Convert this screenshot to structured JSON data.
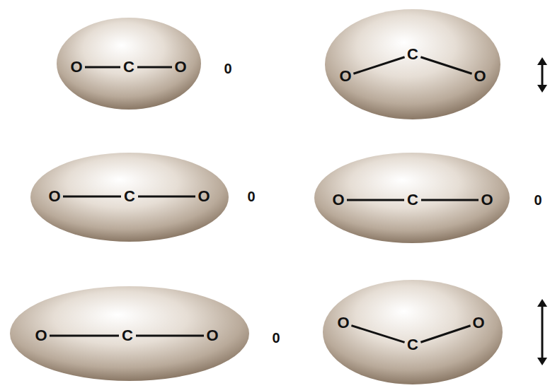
{
  "diagram": {
    "nodes": [
      {
        "text": [
          "O",
          "C",
          "O"
        ]
      },
      {
        "text": [
          "O",
          "C",
          "O"
        ]
      },
      {
        "text": [
          "O",
          "C",
          "O"
        ]
      },
      {
        "text": [
          "O",
          "C",
          "O"
        ]
      },
      {
        "text": [
          "O",
          "C",
          "O"
        ]
      },
      {
        "text": [
          "O",
          "C",
          "O"
        ]
      }
    ],
    "labels": [
      "0",
      "0",
      "0",
      "0"
    ]
  }
}
